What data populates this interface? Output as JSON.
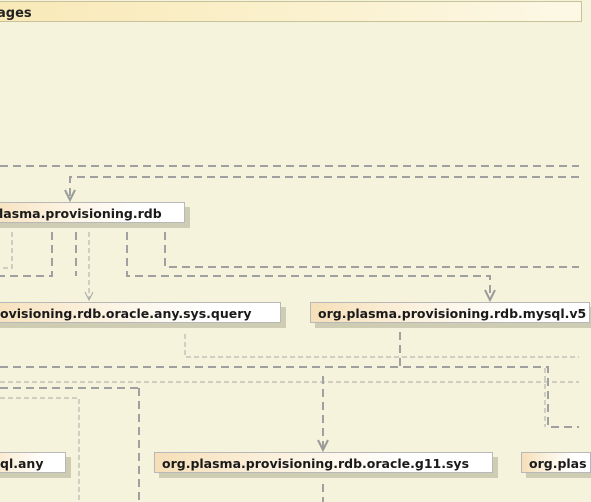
{
  "diagram": {
    "title": "ages",
    "packages": {
      "rdb": "lasma.provisioning.rdb",
      "oracle_any_sys_query": "ovisioning.rdb.oracle.any.sys.query",
      "mysql_v5": "org.plasma.provisioning.rdb.mysql.v5",
      "ql_any": "ql.any",
      "oracle_g11_sys": "org.plasma.provisioning.rdb.oracle.g11.sys",
      "org_plas": "org.plas"
    }
  }
}
